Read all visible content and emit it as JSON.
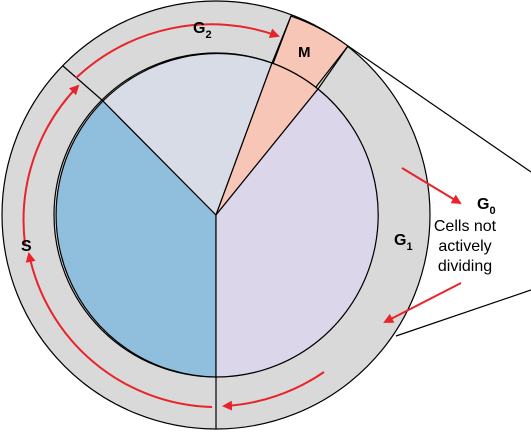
{
  "phases": {
    "g2": {
      "main": "G",
      "sub": "2"
    },
    "m": {
      "main": "M"
    },
    "s": {
      "main": "S"
    },
    "g1": {
      "main": "G",
      "sub": "1"
    },
    "g0": {
      "main": "G",
      "sub": "0"
    }
  },
  "g0_note": [
    "Cells not",
    "actively",
    "dividing"
  ],
  "colors": {
    "outer_ring": "#d9d9d9",
    "g2_sector": "#d8dce7",
    "m_sector": "#f7c6b6",
    "s_sector": "#8fbfdc",
    "g1_sector": "#dcd6ea",
    "arrows": "#e8232a",
    "stroke": "#000000"
  }
}
